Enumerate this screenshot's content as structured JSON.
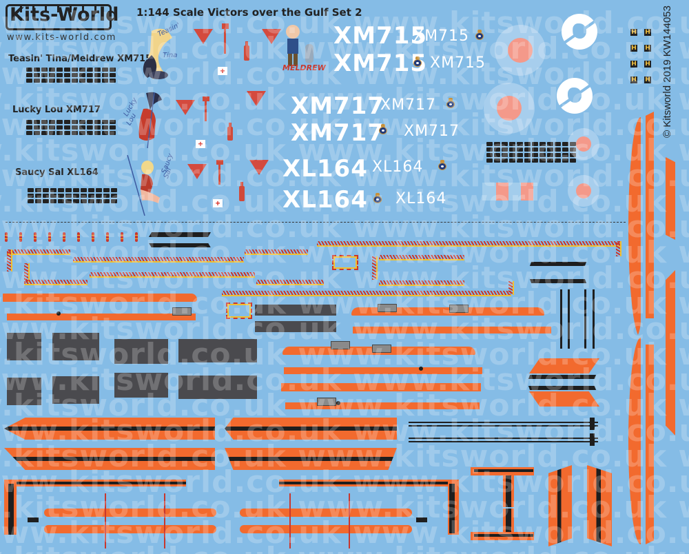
{
  "header": {
    "logo_text": "Kits-World",
    "logo_url": "www.kits-world.com",
    "title": "1:144 Scale Victors over the Gulf Set 2",
    "copyright": "© Kitsworld 2019 KW144053"
  },
  "aircraft": [
    {
      "label": "Teasin' Tina/Meldrew XM715",
      "nose_art": [
        "Teasin' Tina",
        "Meldrew"
      ],
      "serial": "XM715"
    },
    {
      "label": "Lucky Lou XM717",
      "nose_art": [
        "Lucky Lou"
      ],
      "serial": "XM717"
    },
    {
      "label": "Saucy Sal XL164",
      "nose_art": [
        "Saucy Sal"
      ],
      "serial": "XL164"
    }
  ],
  "serials": {
    "xm715_big_1": "XM715",
    "xm715_small_1": "XM715",
    "xm715_big_2": "XM715",
    "xm715_small_2": "XM715",
    "xm717_big_1": "XM717",
    "xm717_small_1": "XM717",
    "xm717_big_2": "XM717",
    "xm717_small_2": "XM717",
    "xl164_big_1": "XL164",
    "xl164_small_1": "XL164",
    "xl164_big_2": "XL164",
    "xl164_small_2": "XL164"
  },
  "nose_art_script": {
    "teasin": "Teasin'",
    "tina": "Tina",
    "lucky": "Lucky",
    "lou": "Lou",
    "saucy": "Saucy",
    "sal": "Sal",
    "meldrew": "MELDREW"
  },
  "symbols": {
    "first_aid": "+",
    "h_marker": "H"
  },
  "watermark": {
    "text": "www.kitsworld.co.uk"
  },
  "colors": {
    "background": "#85bce6",
    "orange": "#f26a2e",
    "black": "#1e1e1e",
    "grey": "#4a4a4e",
    "roundel_red": "#f4998a",
    "hazard_red": "#c8372d",
    "hazard_yellow": "#f2c12e",
    "white": "#ffffff"
  }
}
